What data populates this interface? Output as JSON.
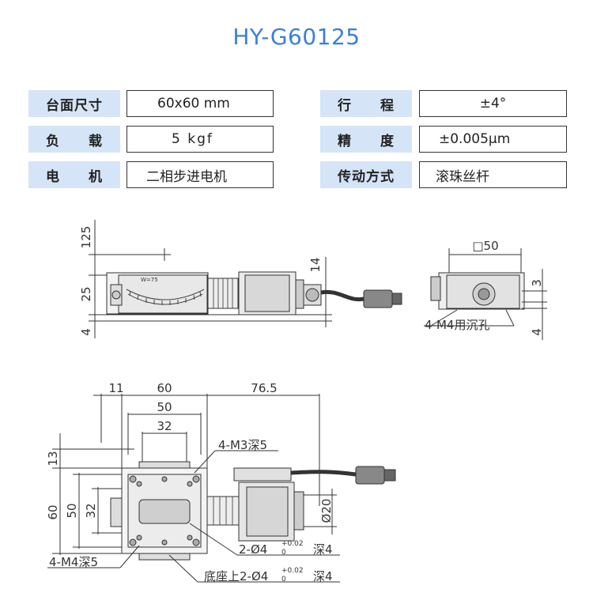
{
  "title": "HY-G60125",
  "specs": {
    "rows": [
      {
        "label1": "台面尺寸",
        "value1": "60x60 mm",
        "label2": "行　　程",
        "value2": "±4°"
      },
      {
        "label1": "负　　载",
        "value1": "5 kgf",
        "label2": "精　　度",
        "value2": "±0.005μm"
      },
      {
        "label1": "电　　机",
        "value1": "二相步进电机",
        "label2": "传动方式",
        "value2": "滚珠丝杆"
      }
    ]
  },
  "drawing": {
    "scale_label": "W=75",
    "side_dims": {
      "h125": "125",
      "h25": "25",
      "h4": "4",
      "h14": "14"
    },
    "end_dims": {
      "sq50": "□50",
      "h3": "3",
      "h4": "4",
      "note": "4-M4用沉孔"
    },
    "top_dims": {
      "w11": "11",
      "w60": "60",
      "w76_5": "76.5",
      "w50": "50",
      "w32": "32",
      "h13": "13",
      "h60": "60",
      "h50": "50",
      "h32": "32",
      "d20": "Ø20",
      "note_m3": "4-M3深5",
      "note_m4": "4-M4深5",
      "note_pin1": "2-Ø4",
      "tol_pin1_top": "+0.02",
      "tol_pin1_bot": "0",
      "note_pin1_depth": "深4",
      "note_pin2": "底座上2-Ø4",
      "tol_pin2_top": "+0.02",
      "tol_pin2_bot": "0",
      "note_pin2_depth": "深4"
    }
  }
}
